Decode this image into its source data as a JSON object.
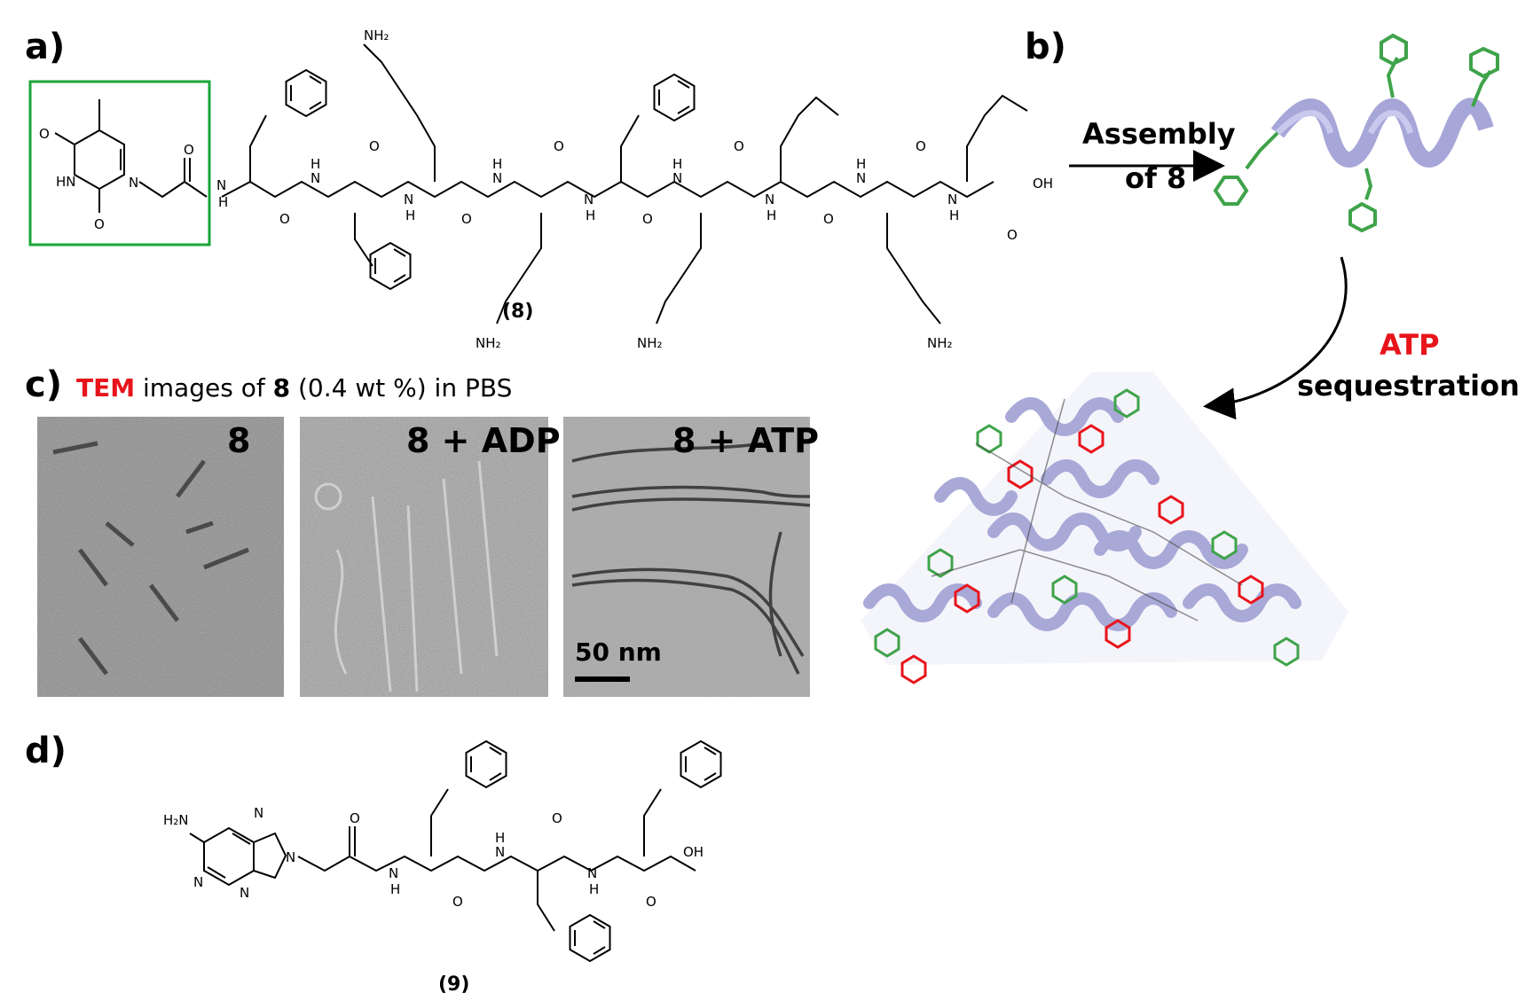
{
  "panels": {
    "a": "a)",
    "b": "b)",
    "c": "c)",
    "d": "d)"
  },
  "structure_8": {
    "compound_label": "(8)",
    "atoms": {
      "NH2": "NH₂",
      "NH": "N\nH",
      "H": "H",
      "N": "N",
      "O": "O",
      "OH": "OH",
      "HN": "HN"
    }
  },
  "structure_9": {
    "compound_label": "(9)",
    "atoms": {
      "H2N": "H₂N",
      "N": "N",
      "H": "H",
      "O": "O",
      "OH": "OH"
    }
  },
  "assembly": {
    "line1": "Assembly",
    "line2": "of 8",
    "atp": "ATP",
    "sequestration": "sequestration"
  },
  "tem": {
    "caption_tem": "TEM",
    "caption_mid": " images of ",
    "caption_bold": "8",
    "caption_end": " (0.4 wt %) in PBS",
    "images": [
      {
        "label": "8"
      },
      {
        "label": "8 + ADP"
      },
      {
        "label": "8 + ATP"
      }
    ],
    "scale_bar": "50 nm"
  },
  "colors": {
    "box": "#1aa53a",
    "red": "#e8141b",
    "helix": "#a9a9d8",
    "green": "#3fa34a"
  }
}
